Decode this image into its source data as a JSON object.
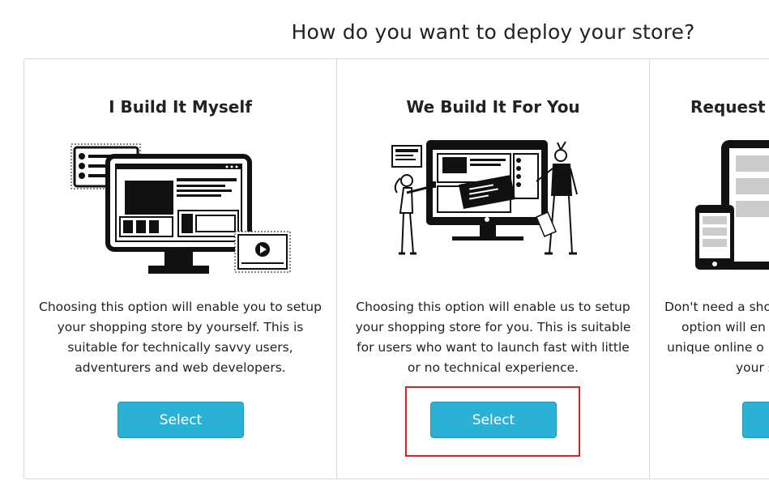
{
  "page": {
    "title": "How do you want to deploy your store?"
  },
  "cards": [
    {
      "title": "I Build It Myself",
      "description_lines": [
        "Choosing this option will enable you to setup",
        "your shopping store by yourself. This is",
        "suitable for technically savvy users,",
        "adventurers and web developers."
      ],
      "button_label": "Select",
      "illustration": "monitor-layout-icon"
    },
    {
      "title": "We Build It For You",
      "description_lines": [
        "Choosing this option will enable us to setup",
        "your shopping store for you. This is suitable",
        "for users who want to launch fast with little",
        "or no technical experience."
      ],
      "button_label": "Select",
      "illustration": "team-building-website-icon",
      "highlighted": true
    },
    {
      "title": "Request",
      "description_lines": [
        "Don't need a sho",
        "option will en",
        "unique online o",
        "your s"
      ],
      "button_label": "",
      "illustration": "responsive-devices-icon"
    }
  ],
  "colors": {
    "button": "#2bb1d6",
    "highlight": "#e21f1f",
    "border": "#d9d9d9"
  }
}
